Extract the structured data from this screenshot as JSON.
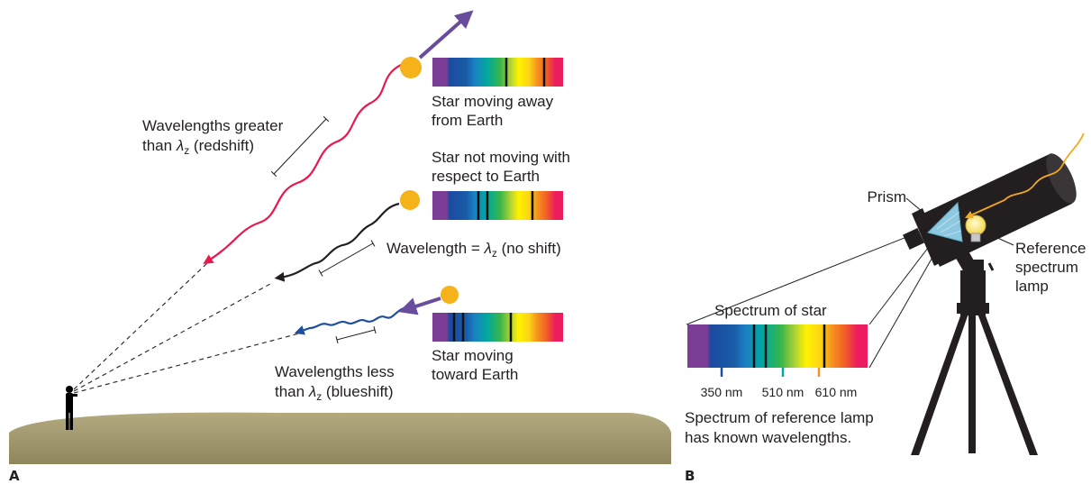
{
  "panel_a": {
    "letter": "A",
    "away": {
      "label_1": "Star moving away",
      "label_2": "from Earth",
      "line1": "Wavelengths greater",
      "line2_prefix": "than ",
      "lambda": "λ",
      "sub": "z",
      "line2_suffix": " (redshift)"
    },
    "still": {
      "label_1": "Star not moving with",
      "label_2": "respect to Earth",
      "prefix": "Wavelength = ",
      "lambda": "λ",
      "sub": "z",
      "suffix": " (no shift)"
    },
    "toward": {
      "label_1": "Star moving",
      "label_2": "toward Earth",
      "line1": "Wavelengths less",
      "line2_prefix": "than ",
      "lambda": "λ",
      "sub": "z",
      "line2_suffix": " (blueshift)"
    }
  },
  "panel_b": {
    "letter": "B",
    "prism": "Prism",
    "lamp_1": "Reference",
    "lamp_2": "spectrum",
    "lamp_3": "lamp",
    "spectrum_title": "Spectrum of star",
    "ticks": [
      "350 nm",
      "510 nm",
      "610 nm"
    ],
    "caption_1": "Spectrum of reference lamp",
    "caption_2": "has known wavelengths."
  },
  "colors": {
    "redshift": "#e8194f",
    "blueshift": "#1f4e9c",
    "noshift": "#231f20",
    "star": "#f5b21b",
    "motion_arrow": "#6a4c9c",
    "ground": "#a79d74",
    "light_ray": "#f5a81c",
    "spectrum": [
      "#6b3b8f",
      "#7f3f98",
      "#1f4fa0",
      "#1674b9",
      "#00a7a0",
      "#32b45e",
      "#a5cc3c",
      "#fff200",
      "#f7941d",
      "#f15a29",
      "#ed1c5f"
    ]
  }
}
